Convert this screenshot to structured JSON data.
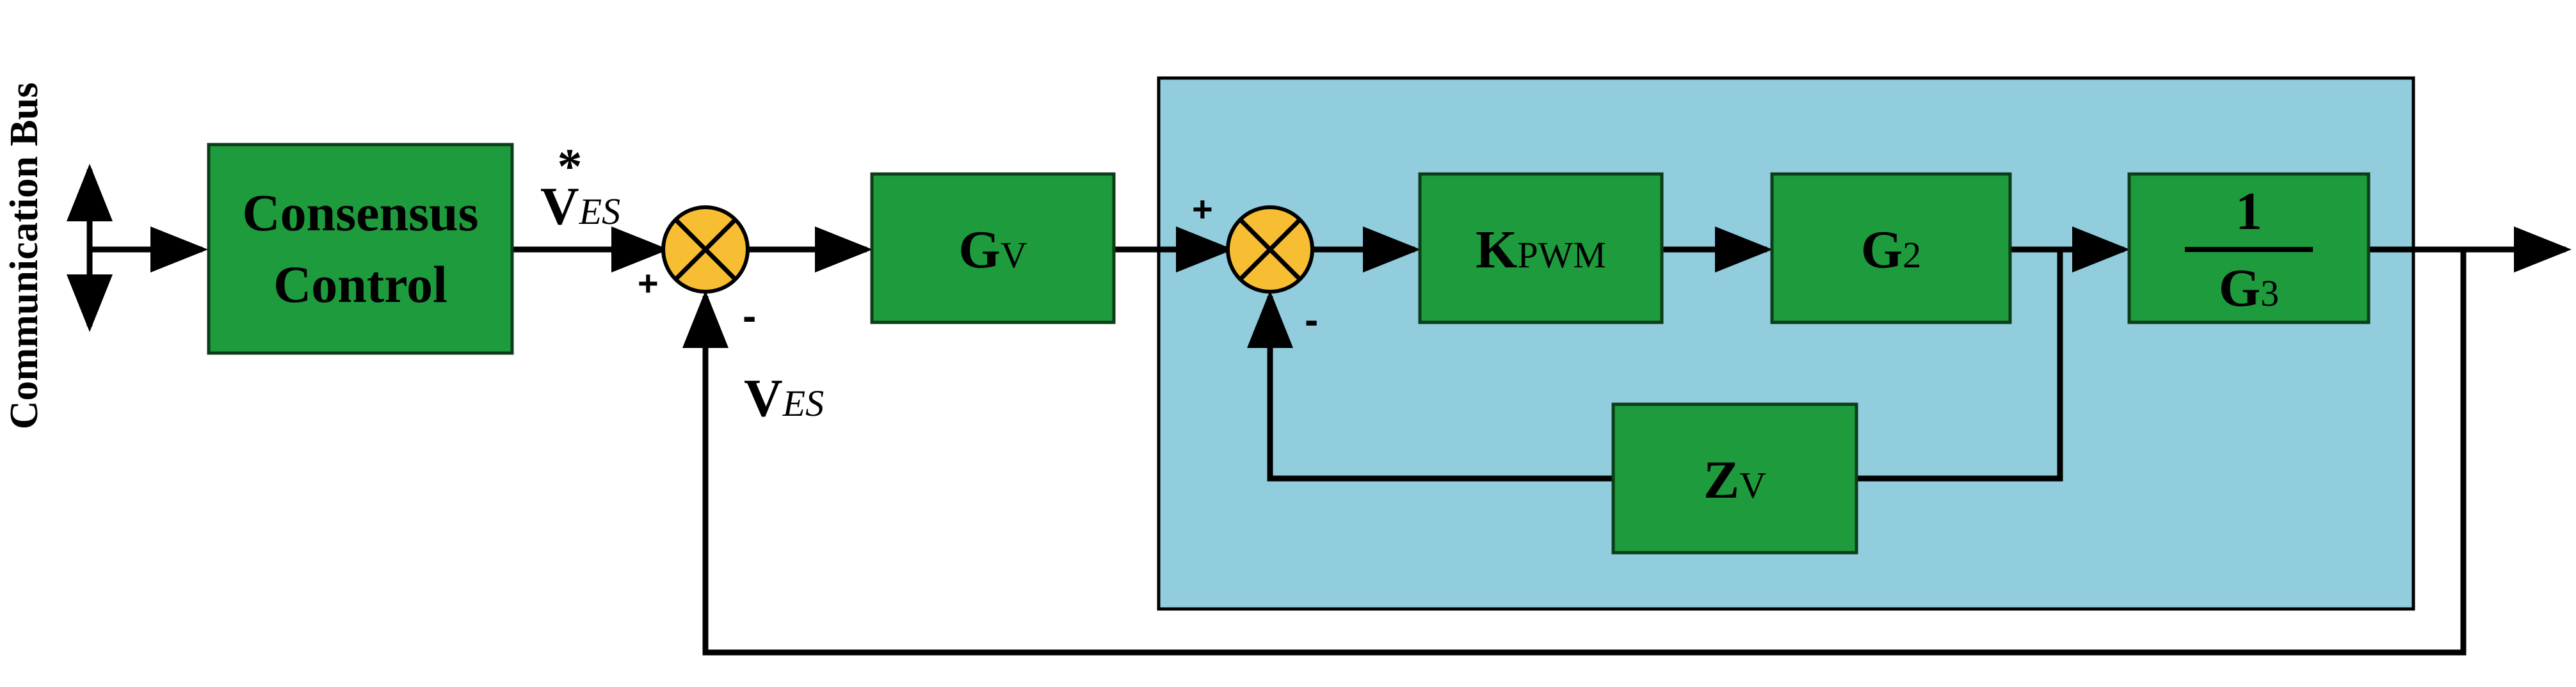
{
  "side_label": "Communication Bus",
  "blocks": {
    "consensus": {
      "line1": "Consensus",
      "line2": "Control"
    },
    "gv": {
      "main": "G",
      "sub": "V"
    },
    "kpwm": {
      "main": "K",
      "sub": "PWM"
    },
    "g2": {
      "main": "G",
      "sub": "2"
    },
    "g3": {
      "numerator": "1",
      "den_main": "G",
      "den_sub": "3"
    },
    "zv": {
      "main": "Z",
      "sub": "V"
    }
  },
  "signals": {
    "ref": {
      "main": "V",
      "sub": "ES",
      "sup": "*"
    },
    "fb": {
      "main": "V",
      "sub": "ES"
    }
  },
  "signs": {
    "sum1_plus": "+",
    "sum1_minus": "-",
    "sum2_plus": "+",
    "sum2_minus": "-"
  },
  "colors": {
    "block_fill": "#1d9b3d",
    "block_stroke": "#0b3d18",
    "inner_region": "#92cddd",
    "summer_fill": "#f7bd33",
    "line": "#000000"
  }
}
